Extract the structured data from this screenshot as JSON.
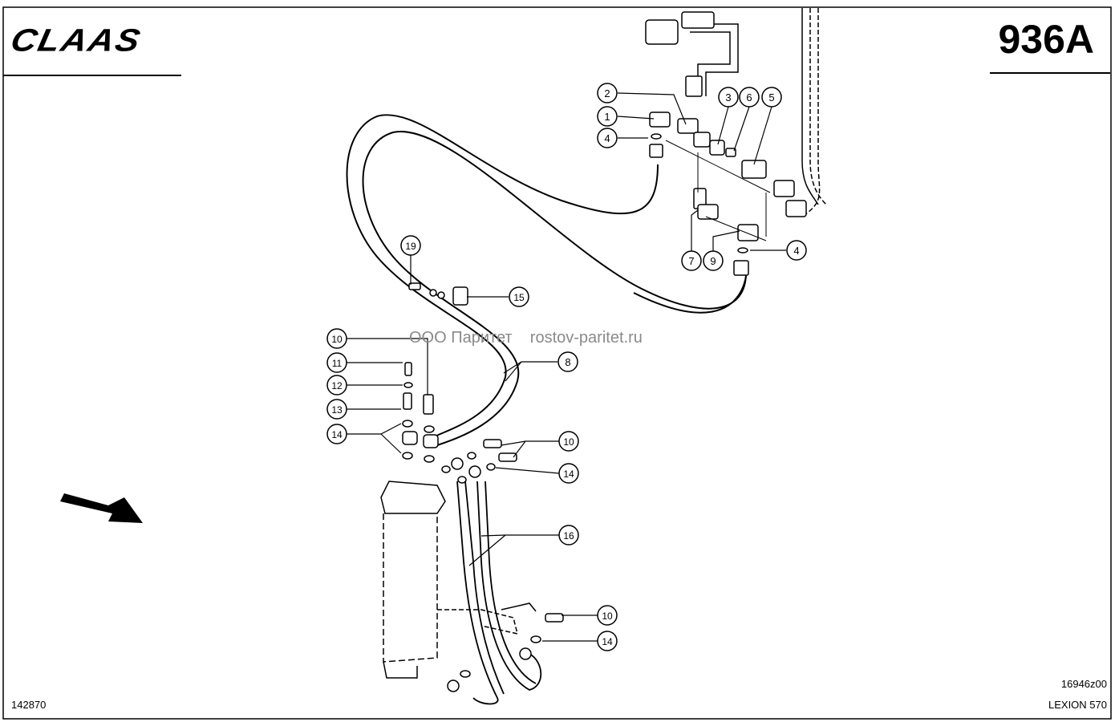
{
  "header": {
    "brand": "CLAAS",
    "page_code": "936A"
  },
  "watermark": "ООО Паритет    rostov-paritet.ru",
  "footer": {
    "drawing_number": "142870",
    "image_ref": "16946z00",
    "model": "LEXION 570"
  },
  "callouts": [
    {
      "id": "c1",
      "label": "1"
    },
    {
      "id": "c2",
      "label": "2"
    },
    {
      "id": "c3",
      "label": "3"
    },
    {
      "id": "c4a",
      "label": "4"
    },
    {
      "id": "c4b",
      "label": "4"
    },
    {
      "id": "c5",
      "label": "5"
    },
    {
      "id": "c6",
      "label": "6"
    },
    {
      "id": "c7",
      "label": "7"
    },
    {
      "id": "c8",
      "label": "8"
    },
    {
      "id": "c9",
      "label": "9"
    },
    {
      "id": "c10a",
      "label": "10"
    },
    {
      "id": "c10b",
      "label": "10"
    },
    {
      "id": "c10c",
      "label": "10"
    },
    {
      "id": "c11",
      "label": "11"
    },
    {
      "id": "c12",
      "label": "12"
    },
    {
      "id": "c13",
      "label": "13"
    },
    {
      "id": "c14a",
      "label": "14"
    },
    {
      "id": "c14b",
      "label": "14"
    },
    {
      "id": "c14c",
      "label": "14"
    },
    {
      "id": "c15",
      "label": "15"
    },
    {
      "id": "c16",
      "label": "16"
    },
    {
      "id": "c19",
      "label": "19"
    }
  ],
  "colors": {
    "line": "#000000",
    "watermark": "#8a8a8a",
    "background": "#ffffff"
  }
}
